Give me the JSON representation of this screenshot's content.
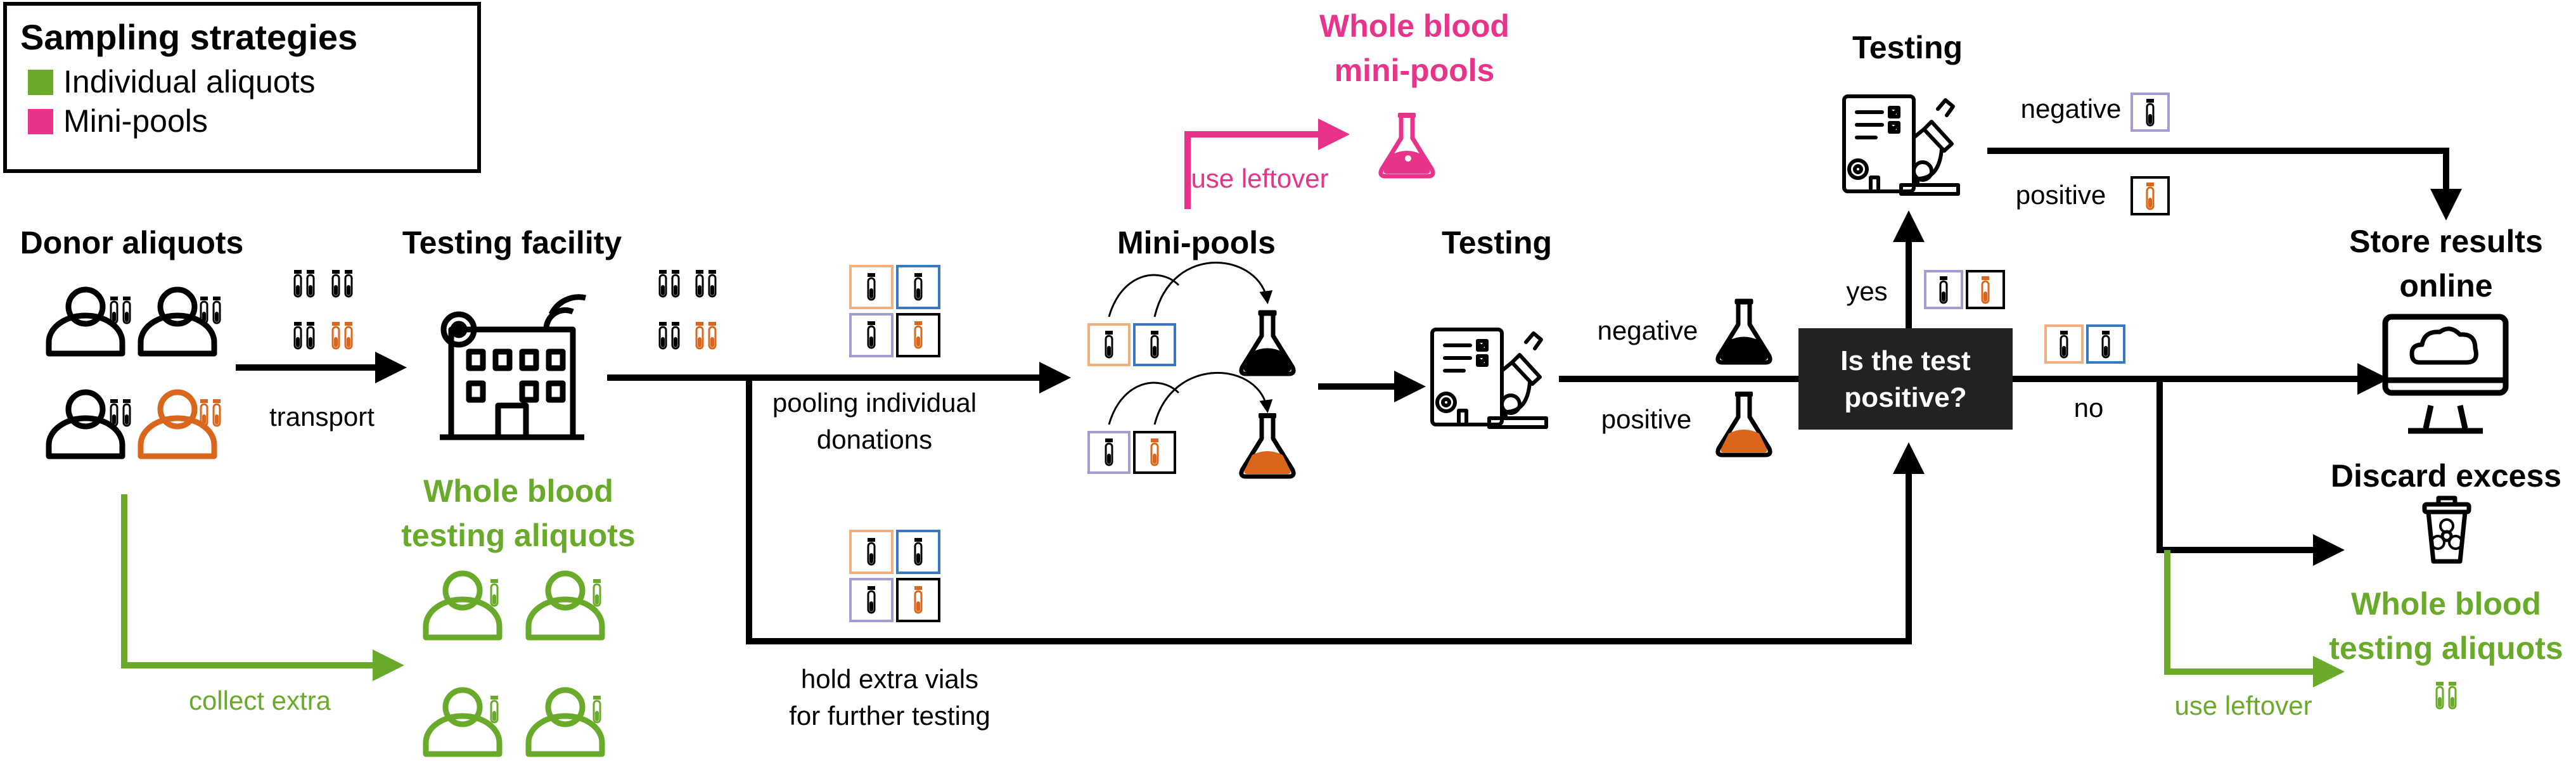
{
  "legend": {
    "title": "Sampling strategies",
    "items": [
      {
        "label": "Individual aliquots",
        "color": "#6aaa2a"
      },
      {
        "label": "Mini-pools",
        "color": "#e8338a"
      }
    ]
  },
  "colors": {
    "black": "#000000",
    "green": "#6aaa2a",
    "pink": "#e8338a",
    "orange": "#d9661a",
    "blue": "#3a78c2",
    "lavender": "#a79bd0",
    "peach": "#f2b07e",
    "decision_bg": "#222222"
  },
  "headings": {
    "donor_aliquots": "Donor aliquots",
    "testing_facility": "Testing facility",
    "mini_pools": "Mini-pools",
    "testing_middle": "Testing",
    "testing_top": "Testing",
    "store_results_line1": "Store results",
    "store_results_line2": "online",
    "discard_excess": "Discard excess",
    "wb_mini_pools_line1": "Whole blood",
    "wb_mini_pools_line2": "mini-pools",
    "wb_testing_left_line1": "Whole blood",
    "wb_testing_left_line2": "testing aliquots",
    "wb_testing_right_line1": "Whole blood",
    "wb_testing_right_line2": "testing aliquots"
  },
  "labels": {
    "transport": "transport",
    "collect_extra": "collect extra",
    "pooling_line1": "pooling individual",
    "pooling_line2": "donations",
    "hold_line1": "hold extra vials",
    "hold_line2": "for further testing",
    "use_leftover_top": "use leftover",
    "use_leftover_right": "use leftover",
    "negative_middle": "negative",
    "positive_middle": "positive",
    "negative_top": "negative",
    "positive_top": "positive",
    "yes": "yes",
    "no": "no"
  },
  "decision": {
    "line1": "Is the test",
    "line2": "positive?"
  },
  "icons": {
    "people": "person-group-icon",
    "building": "testing-facility-icon",
    "flask": "flask-icon",
    "lab": "microscope-report-icon",
    "monitor": "cloud-monitor-icon",
    "biohazard": "biohazard-bin-icon",
    "tube": "test-tube-icon"
  }
}
